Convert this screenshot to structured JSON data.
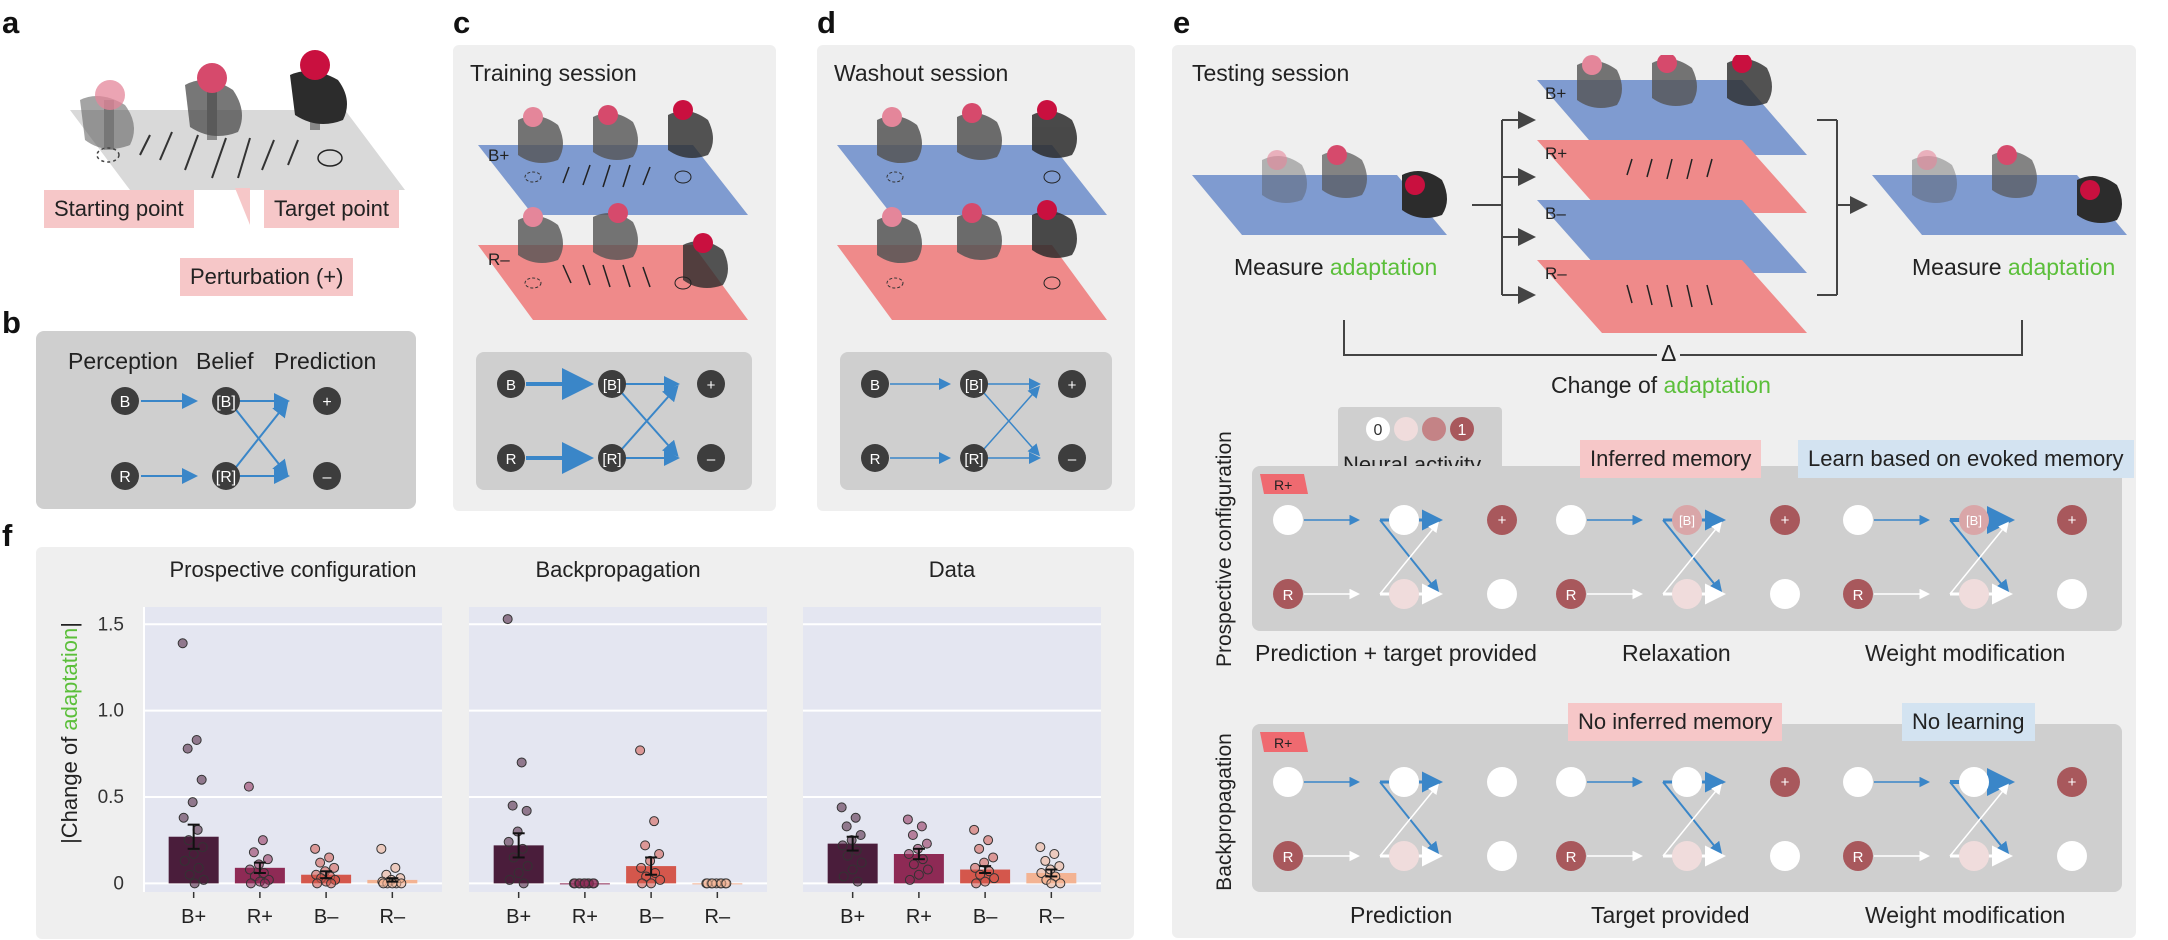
{
  "panel_letters": {
    "a": "a",
    "b": "b",
    "c": "c",
    "d": "d",
    "e": "e",
    "f": "f"
  },
  "a": {
    "starting": "Starting point",
    "target": "Target point",
    "perturbation": "Perturbation (+)"
  },
  "b": {
    "perception": "Perception",
    "belief": "Belief",
    "prediction": "Prediction",
    "nodes": {
      "B": "B",
      "R": "R",
      "Bb": "[B]",
      "Rb": "[R]",
      "plus": "+",
      "minus": "–"
    }
  },
  "c": {
    "title": "Training session",
    "bplus": "B+",
    "rminus": "R–"
  },
  "d": {
    "title": "Washout session"
  },
  "e": {
    "title": "Testing session",
    "measure": "Measure ",
    "adaptation": "adaptation",
    "delta": "Δ",
    "change": "Change of ",
    "bplus": "B+",
    "rplus": "R+",
    "bminus": "B–",
    "rminus": "R–",
    "neural": "Neural activity",
    "scale0": "0",
    "scale1": "1",
    "inferred": "Inferred memory",
    "learn_evoked": "Learn based on evoked memory",
    "no_inferred": "No inferred memory",
    "no_learning": "No learning",
    "pc_side": "Prospective configuration",
    "bp_side": "Backpropagation",
    "pc_steps": [
      "Prediction + target provided",
      "Relaxation",
      "Weight modification"
    ],
    "bp_steps": [
      "Prediction",
      "Target provided",
      "Weight modification"
    ],
    "rplus_tag": "R+"
  },
  "colors": {
    "blue": "#3a86c8",
    "green": "#5bbf3a",
    "bluePlate": "#7f9bd0",
    "redPlate": "#ef8a8a",
    "dark": "#3d3d3d",
    "nodeRed": "#a8585c"
  },
  "f": {
    "ylabel_a": "|Change of ",
    "ylabel_b": "adaptation",
    "ylabel_c": "|"
  },
  "chart_data": [
    {
      "type": "bar",
      "title": "Prospective configuration",
      "categories": [
        "B+",
        "R+",
        "B–",
        "R–"
      ],
      "values": [
        0.27,
        0.09,
        0.05,
        0.02
      ],
      "errors": [
        0.07,
        0.03,
        0.02,
        0.01
      ],
      "ylim": [
        -0.05,
        1.6
      ],
      "yticks": [
        0,
        0.5,
        1.0,
        1.5
      ],
      "ytick_labels": [
        "0",
        "0.5",
        "1.0",
        "1.5"
      ],
      "colors": [
        "#4a1d3b",
        "#8e2a55",
        "#d4574c",
        "#f3b393"
      ],
      "points": [
        [
          1.39,
          0.83,
          0.78,
          0.6,
          0.47,
          0.38,
          0.31,
          0.25,
          0.21,
          0.17,
          0.13,
          0.09,
          0.05,
          0.02,
          0.0
        ],
        [
          0.56,
          0.25,
          0.18,
          0.14,
          0.11,
          0.08,
          0.06,
          0.04,
          0.02,
          0.01,
          0.0,
          0.0
        ],
        [
          0.2,
          0.15,
          0.12,
          0.09,
          0.07,
          0.05,
          0.04,
          0.03,
          0.02,
          0.01,
          0.0,
          0.0
        ],
        [
          0.2,
          0.09,
          0.05,
          0.03,
          0.02,
          0.01,
          0.0,
          0.0,
          0.0,
          0.0,
          0.0
        ]
      ]
    },
    {
      "type": "bar",
      "title": "Backpropagation",
      "categories": [
        "B+",
        "R+",
        "B–",
        "R–"
      ],
      "values": [
        0.22,
        0.0,
        0.1,
        0.0
      ],
      "errors": [
        0.07,
        0.0,
        0.05,
        0.0
      ],
      "ylim": [
        -0.05,
        1.6
      ],
      "yticks": [
        0,
        0.5,
        1.0,
        1.5
      ],
      "colors": [
        "#4a1d3b",
        "#8e2a55",
        "#d4574c",
        "#f3b393"
      ],
      "points": [
        [
          1.53,
          0.7,
          0.45,
          0.42,
          0.3,
          0.24,
          0.2,
          0.15,
          0.1,
          0.06,
          0.02,
          0.0
        ],
        [
          0,
          0,
          0,
          0,
          0,
          0,
          0,
          0,
          0,
          0
        ],
        [
          0.77,
          0.36,
          0.22,
          0.17,
          0.13,
          0.09,
          0.06,
          0.04,
          0.02,
          0.0,
          0.0
        ],
        [
          0,
          0,
          0,
          0,
          0,
          0,
          0,
          0,
          0
        ]
      ]
    },
    {
      "type": "bar",
      "title": "Data",
      "categories": [
        "B+",
        "R+",
        "B–",
        "R–"
      ],
      "values": [
        0.23,
        0.17,
        0.08,
        0.06
      ],
      "errors": [
        0.04,
        0.03,
        0.02,
        0.02
      ],
      "ylim": [
        -0.05,
        1.6
      ],
      "yticks": [
        0,
        0.5,
        1.0,
        1.5
      ],
      "colors": [
        "#4a1d3b",
        "#8e2a55",
        "#d4574c",
        "#f3b393"
      ],
      "points": [
        [
          0.44,
          0.38,
          0.33,
          0.28,
          0.25,
          0.22,
          0.19,
          0.16,
          0.12,
          0.08,
          0.04,
          0.01
        ],
        [
          0.37,
          0.33,
          0.28,
          0.23,
          0.2,
          0.17,
          0.14,
          0.11,
          0.08,
          0.05,
          0.02
        ],
        [
          0.31,
          0.25,
          0.2,
          0.15,
          0.12,
          0.09,
          0.07,
          0.05,
          0.03,
          0.01,
          0.0
        ],
        [
          0.21,
          0.17,
          0.13,
          0.1,
          0.08,
          0.06,
          0.04,
          0.02,
          0.0,
          0.0
        ]
      ]
    }
  ]
}
